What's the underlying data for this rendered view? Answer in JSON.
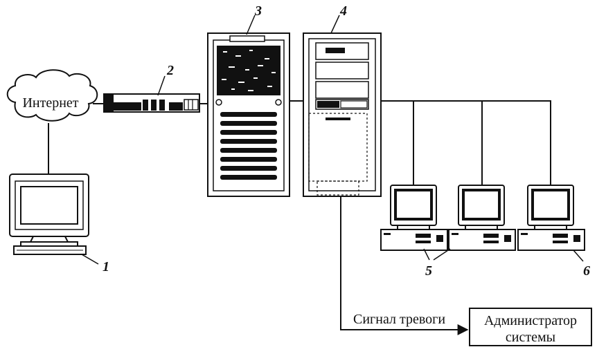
{
  "labels": {
    "internet": "Интернет",
    "alarm_signal": "Сигнал тревоги",
    "admin_line1": "Администратор",
    "admin_line2": "системы"
  },
  "callouts": {
    "n1": "1",
    "n2": "2",
    "n3": "3",
    "n4": "4",
    "n5": "5",
    "n6": "6"
  }
}
